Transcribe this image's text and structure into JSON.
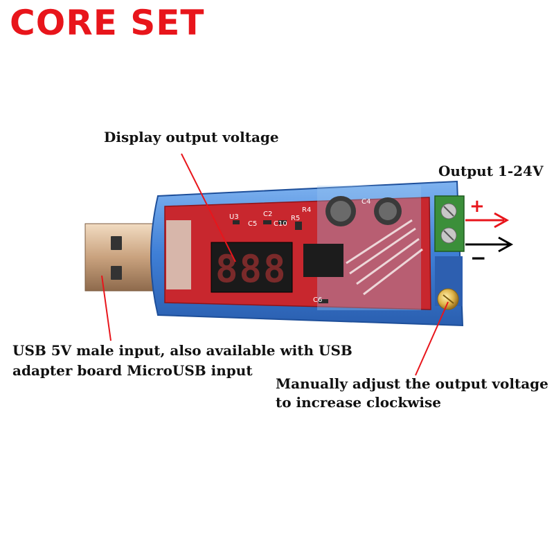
{
  "brand": {
    "text": "CORE SET",
    "color": "#e8151b"
  },
  "annotations": {
    "display": "Display output voltage",
    "output": "Output 1-24V",
    "usb_line1": "USB 5V male input, also available with USB",
    "usb_line2": "adapter board MicroUSB input",
    "adjust_line1": "Manually adjust the output voltage",
    "adjust_line2": "to increase clockwise"
  },
  "board": {
    "display_digits": "888",
    "silkscreen": [
      "U3",
      "C2",
      "C5",
      "C10",
      "R5",
      "R4",
      "C4",
      "C6"
    ],
    "polarity_plus": "+",
    "polarity_minus": "−"
  },
  "colors": {
    "arrow_red": "#e8151b",
    "arrow_black": "#000000",
    "case_blue": "#3f7fd6",
    "pcb_red": "#c8272e"
  },
  "icons": [
    "usb-plug-icon",
    "seven-segment-display-icon",
    "screw-terminal-icon",
    "potentiometer-icon"
  ]
}
